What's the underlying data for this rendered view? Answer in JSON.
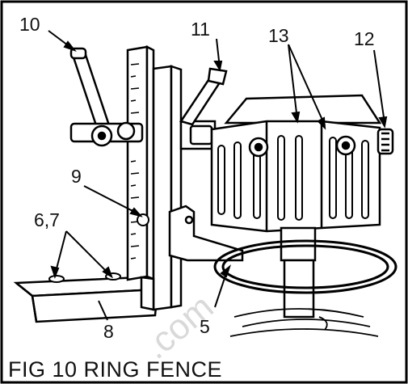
{
  "figure": {
    "caption": "FIG 10 RING FENCE",
    "watermark": ".com",
    "callouts": {
      "c10": "10",
      "c11": "11",
      "c13": "13",
      "c12": "12",
      "c9": "9",
      "c67": "6,7",
      "c8": "8",
      "c5": "5"
    }
  }
}
